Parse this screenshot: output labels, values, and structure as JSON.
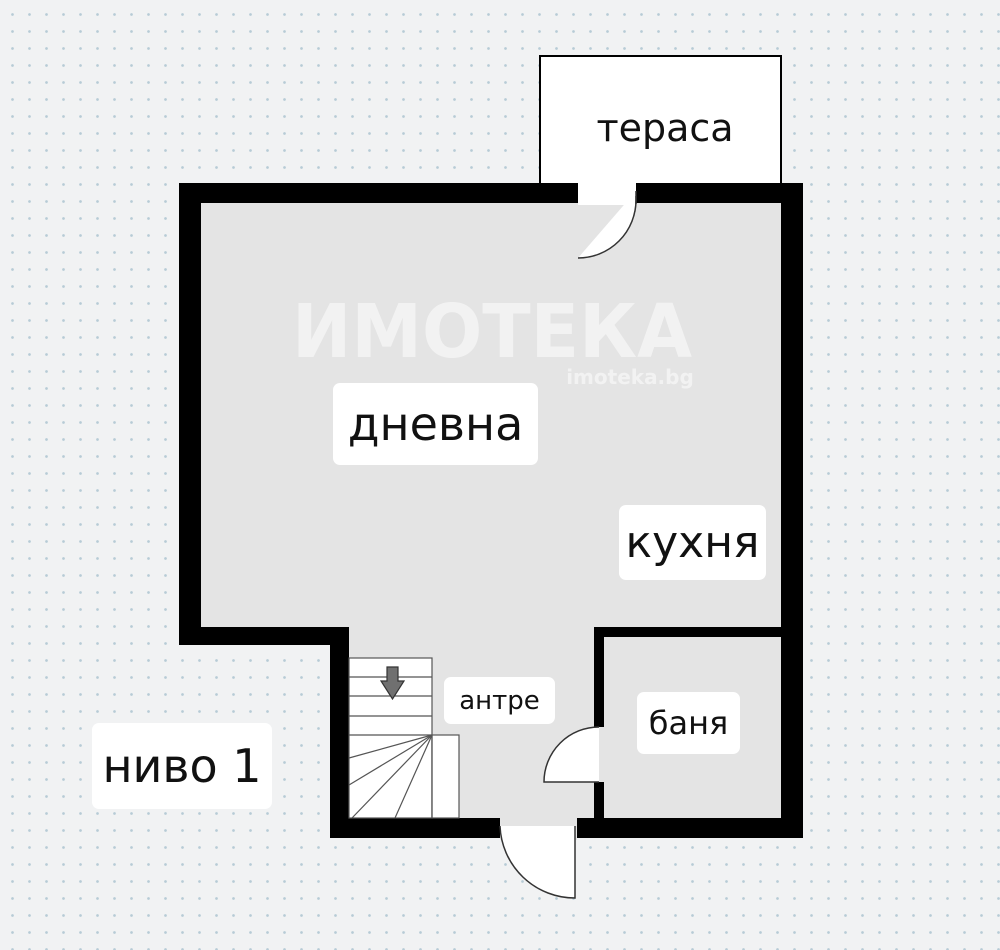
{
  "rooms": {
    "terasa": "тераса",
    "dnevna": "дневна",
    "kuhnya": "кухня",
    "antre": "антре",
    "banya": "баня"
  },
  "level_label": "ниво 1",
  "watermark": {
    "logo_text": "ИМОТЕКА",
    "url": "imoteka.bg"
  },
  "stairs": {
    "direction": "down"
  },
  "colors": {
    "wall": "#000000",
    "floor": "#e4e4e4",
    "terrace_floor": "#ffffff",
    "background": "#f1f2f3",
    "grid": "#b7cbd6",
    "arrow": "#6f6f6f"
  }
}
